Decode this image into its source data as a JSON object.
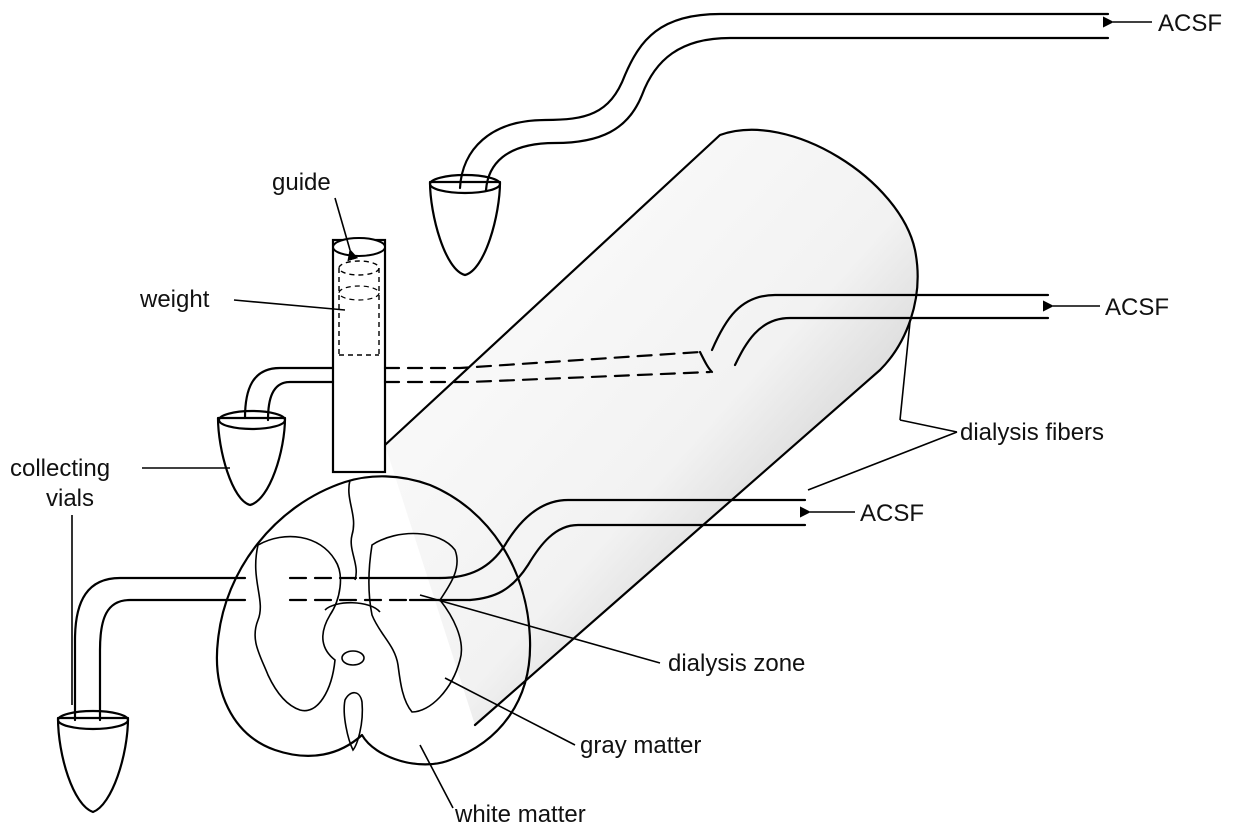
{
  "labels": {
    "acsf_top": "ACSF",
    "acsf_middle": "ACSF",
    "acsf_lower": "ACSF",
    "guide": "guide",
    "weight": "weight",
    "collecting_vials_line1": "collecting",
    "collecting_vials_line2": "vials",
    "dialysis_fibers": "dialysis fibers",
    "dialysis_zone": "dialysis zone",
    "gray_matter": "gray matter",
    "white_matter": "white matter"
  }
}
